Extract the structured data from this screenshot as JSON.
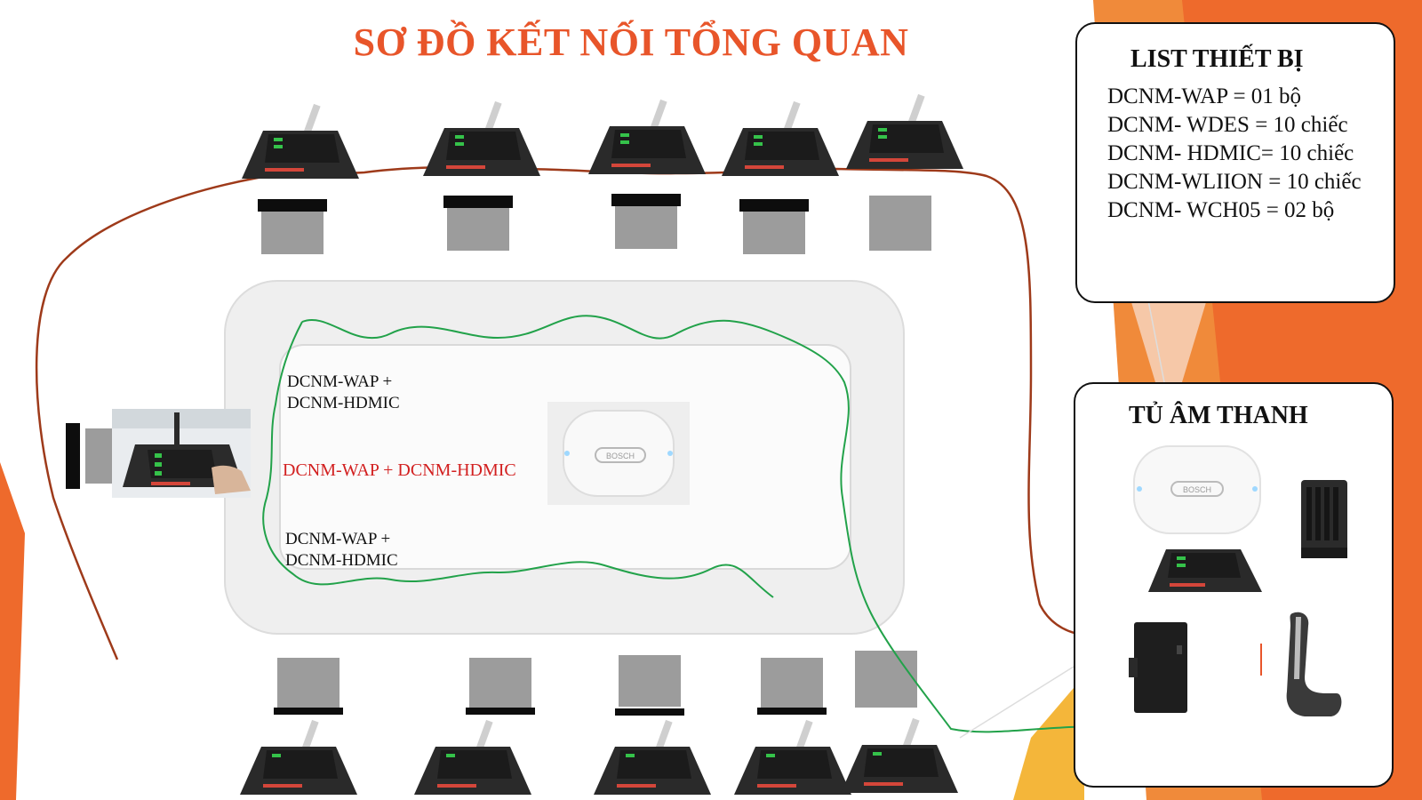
{
  "title": "SƠ ĐỒ KẾT NỐI TỔNG QUAN",
  "device_list": {
    "title": "LIST THIẾT BỊ",
    "items": [
      "DCNM-WAP = 01 bộ",
      "DCNM- WDES = 10 chiếc",
      "DCNM- HDMIC= 10 chiếc",
      "DCNM-WLIION = 10 chiếc",
      "DCNM- WCH05 = 02 bộ"
    ]
  },
  "cabinet": {
    "title": "TỦ ÂM THANH",
    "brand": "BOSCH"
  },
  "table_labels": {
    "top_line1": "DCNM-WAP +",
    "top_line2": "DCNM-HDMIC",
    "middle": "DCNM-WAP + DCNM-HDMIC",
    "bottom_line1": "DCNM-WAP +",
    "bottom_line2": "DCNM-HDMIC"
  },
  "colors": {
    "title": "#e8552a",
    "wired_link": "#9e3a1a",
    "wireless_link": "#22a24a",
    "accent_orange": "#f07a2e",
    "label_red": "#d21f1f"
  }
}
